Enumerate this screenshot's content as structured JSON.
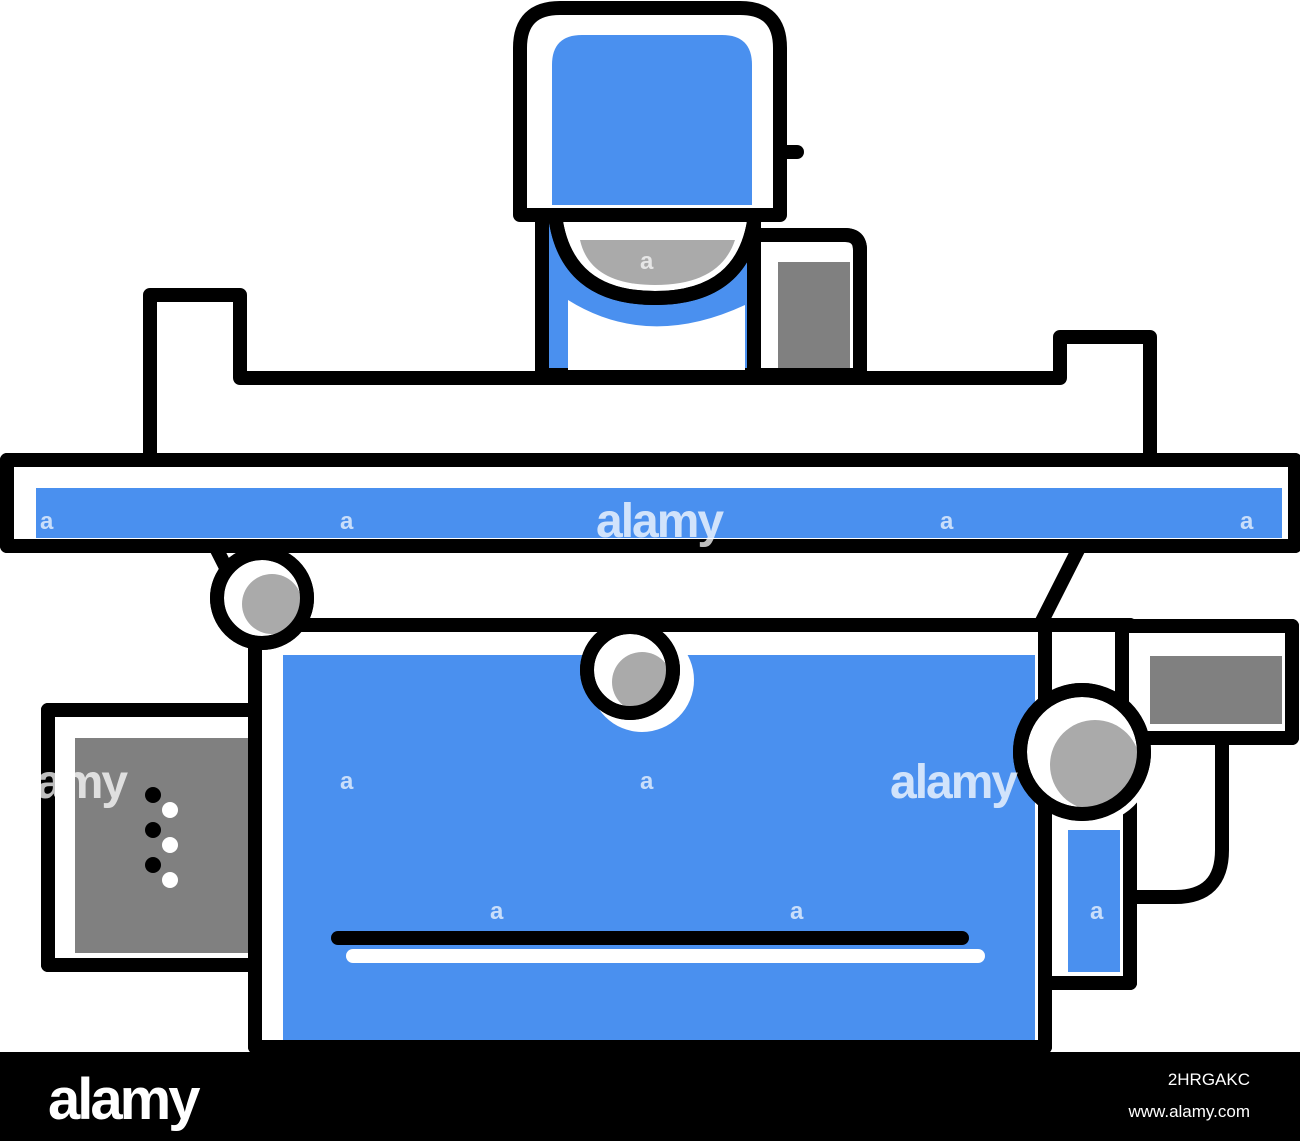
{
  "illustration": {
    "subject": "surface grinding machine icon",
    "colors": {
      "outline": "#000000",
      "blue": "#4a90ef",
      "gray_light": "#aaaaaa",
      "gray_dark": "#808080",
      "background": "#ffffff"
    }
  },
  "watermark": {
    "large": "alamy",
    "small": "a"
  },
  "footer": {
    "logo": "alamy",
    "image_id": "2HRGAKC",
    "site": "www.alamy.com"
  }
}
